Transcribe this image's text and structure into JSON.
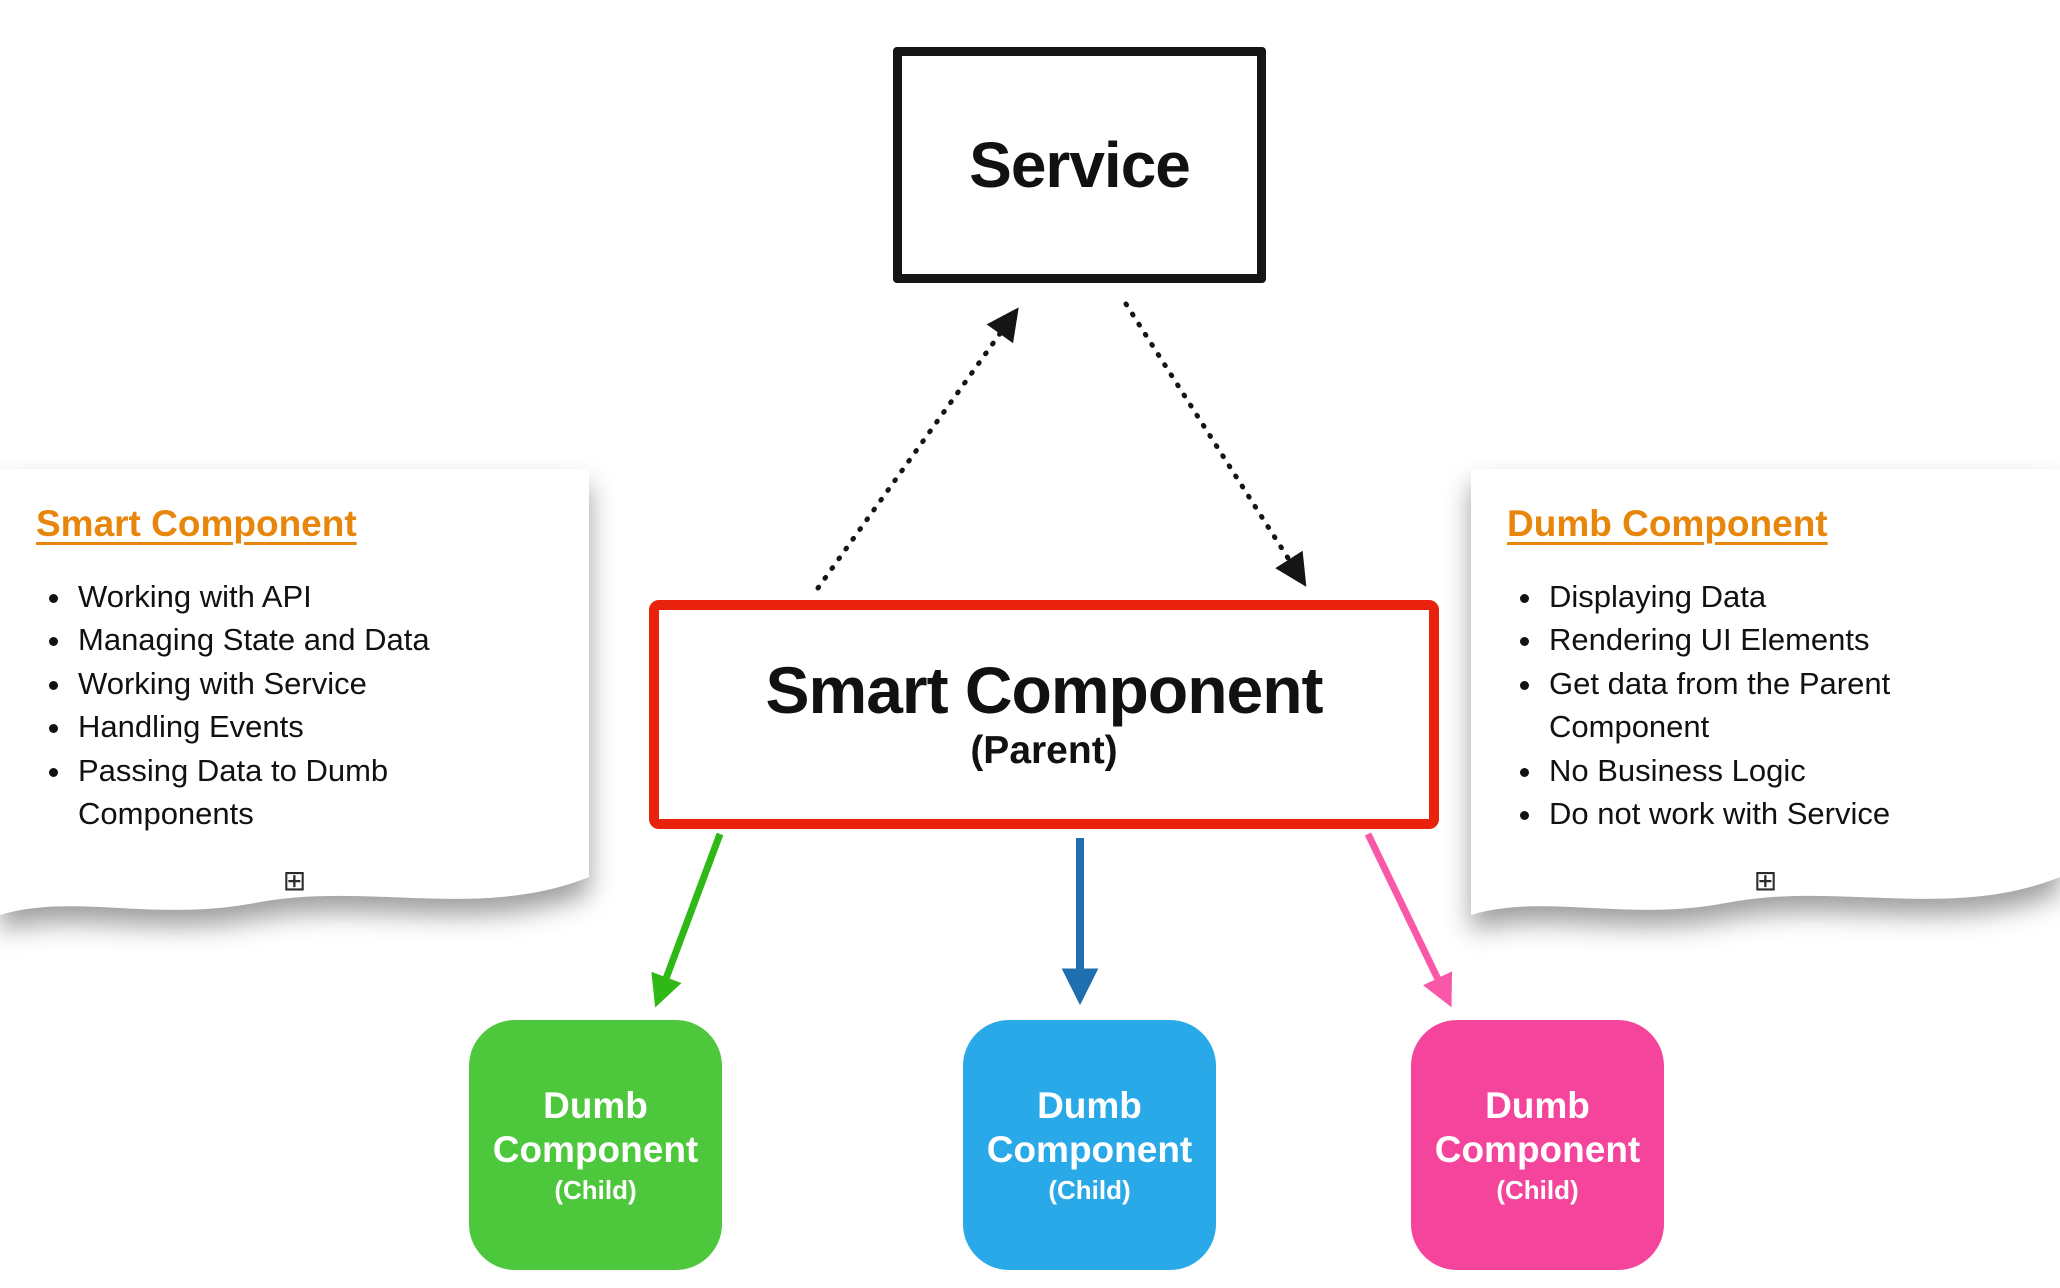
{
  "diagram": {
    "service_box": {
      "label": "Service"
    },
    "smart_box": {
      "title": "Smart Component",
      "subtitle": "(Parent)"
    },
    "child_boxes": [
      {
        "label": "Dumb Component",
        "sublabel": "(Child)",
        "fill": "#4dc73c"
      },
      {
        "label": "Dumb Component",
        "sublabel": "(Child)",
        "fill": "#29a9e8"
      },
      {
        "label": "Dumb Component",
        "sublabel": "(Child)",
        "fill": "#f4449b"
      }
    ],
    "connections": [
      {
        "from": "smart_box",
        "to": "service_box",
        "style": "dotted",
        "color": "#111111"
      },
      {
        "from": "service_box",
        "to": "smart_box",
        "style": "dotted",
        "color": "#111111"
      },
      {
        "from": "smart_box",
        "to": "child_box_0",
        "style": "solid",
        "color": "#2fb816"
      },
      {
        "from": "smart_box",
        "to": "child_box_1",
        "style": "solid",
        "color": "#1f6fb0"
      },
      {
        "from": "smart_box",
        "to": "child_box_2",
        "style": "solid",
        "color": "#f957a8"
      }
    ],
    "notes": {
      "left": {
        "title": "Smart Component",
        "items": [
          "Working with API",
          "Managing State and Data",
          "Working with Service",
          "Handling Events",
          "Passing Data to Dumb Components"
        ],
        "expand_icon": "⊞"
      },
      "right": {
        "title": "Dumb Component",
        "items": [
          "Displaying Data",
          "Rendering UI Elements",
          "Get data from the Parent Component",
          "No Business Logic",
          "Do not work with Service"
        ],
        "expand_icon": "⊞"
      }
    },
    "colors": {
      "note_title": "#e8860b",
      "smart_border": "#e8220c",
      "service_border": "#151515",
      "arrow_green": "#2fb816",
      "arrow_blue": "#1f6fb0",
      "arrow_pink": "#f957a8"
    }
  }
}
